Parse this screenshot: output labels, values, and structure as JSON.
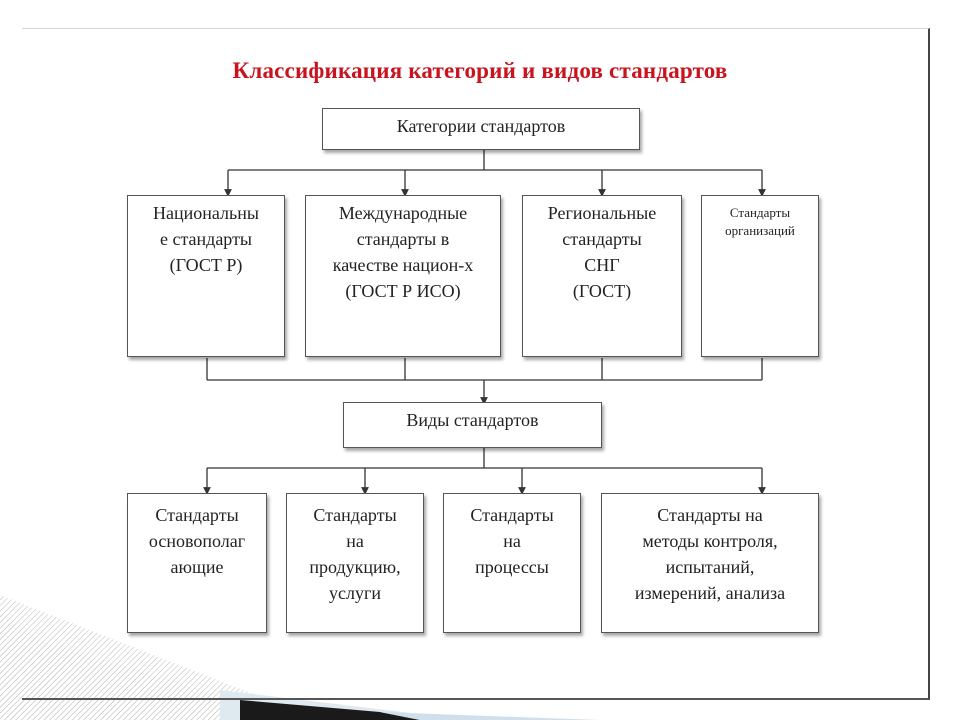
{
  "diagram": {
    "title": "Классификация категорий и видов стандартов",
    "categories_header": "Категории стандартов",
    "categories": [
      "Национальны\nе стандарты\n(ГОСТ Р)",
      "Международные\nстандарты в\nкачестве национ-х\n(ГОСТ Р ИСО)",
      "Региональные\nстандарты\nСНГ\n(ГОСТ)",
      "Стандарты\nорганизаций"
    ],
    "types_header": "Виды стандартов",
    "types": [
      "Стандарты\nосновополаг\nающие",
      "Стандарты\nна\nпродукцию,\nуслуги",
      "Стандарты\nна\nпроцессы",
      "Стандарты на\nметоды контроля,\nиспытаний,\nизмерений, анализа"
    ]
  },
  "colors": {
    "title": "#c8141e",
    "box_border": "#555555",
    "lines": "#333333"
  }
}
